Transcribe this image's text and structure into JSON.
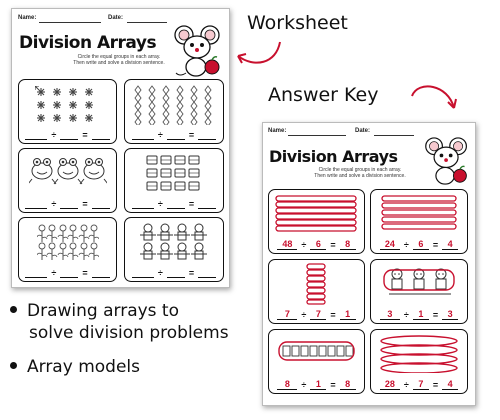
{
  "labels": {
    "worksheet": "Worksheet",
    "answer_key": "Answer Key"
  },
  "worksheet": {
    "name_label": "Name:",
    "date_label": "Date:",
    "title": "Division Arrays",
    "instructions_1": "Circle the equal groups in each array.",
    "instructions_2": "Then write and solve a division sentence.",
    "div_sign": "÷",
    "eq_sign": "="
  },
  "answer_key": {
    "name_label": "Name:",
    "date_label": "Date:",
    "title": "Division Arrays",
    "instructions_1": "Circle the equal groups in each array.",
    "instructions_2": "Then write and solve a division sentence.",
    "answers": [
      {
        "dividend": "48",
        "divisor": "6",
        "quotient": "8"
      },
      {
        "dividend": "24",
        "divisor": "6",
        "quotient": "4"
      },
      {
        "dividend": "7",
        "divisor": "7",
        "quotient": "1"
      },
      {
        "dividend": "3",
        "divisor": "1",
        "quotient": "3"
      },
      {
        "dividend": "8",
        "divisor": "1",
        "quotient": "8"
      },
      {
        "dividend": "28",
        "divisor": "7",
        "quotient": "4"
      }
    ]
  },
  "bullets": [
    {
      "line1": "Drawing arrays to",
      "line2": "solve division problems"
    },
    {
      "line1": "Array models",
      "line2": ""
    }
  ],
  "colors": {
    "accent": "#c8102e",
    "ink": "#111111"
  }
}
